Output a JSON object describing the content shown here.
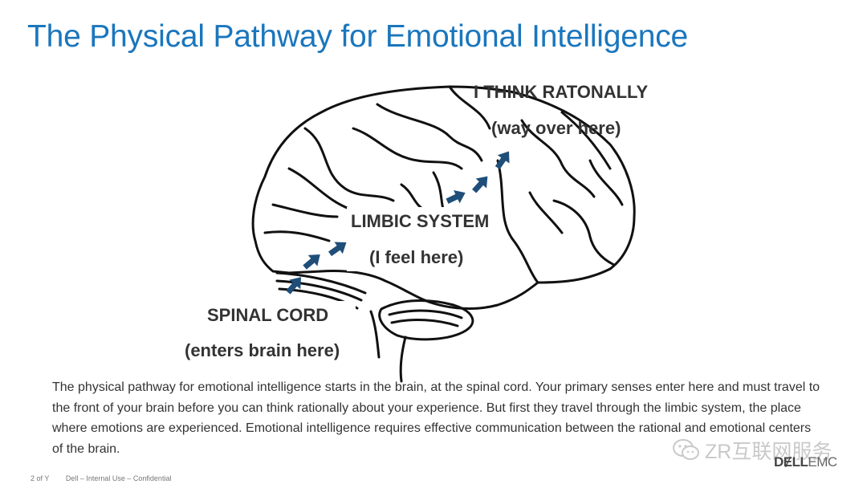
{
  "slide": {
    "title": "The Physical Pathway for Emotional Intelligence",
    "labels": {
      "think_title": "I THINK RATONALLY",
      "think_sub": "(way over here)",
      "limbic_title": "LIMBIC SYSTEM",
      "limbic_sub": "(I feel here)",
      "spinal_title": "SPINAL CORD",
      "spinal_sub": "(enters brain here)"
    },
    "description": "The physical pathway for emotional intelligence starts in the brain, at the spinal cord. Your primary senses enter here and must travel to the front of your brain before you can think rationally about your experience. But first they travel through the limbic system, the place where emotions are experienced. Emotional intelligence requires effective communication between the rational and emotional centers of the brain.",
    "footer": {
      "page": "2 of Y",
      "classification": "Dell – Internal Use – Confidential"
    },
    "watermark": "ZR互联网服务",
    "logo": {
      "dell": "DɆLL",
      "emc": "EMC"
    },
    "colors": {
      "title": "#1a76bd",
      "arrow": "#1f4e79"
    },
    "icons": [
      "brain-illustration",
      "pathway-arrow-icon",
      "wechat-icon"
    ]
  }
}
